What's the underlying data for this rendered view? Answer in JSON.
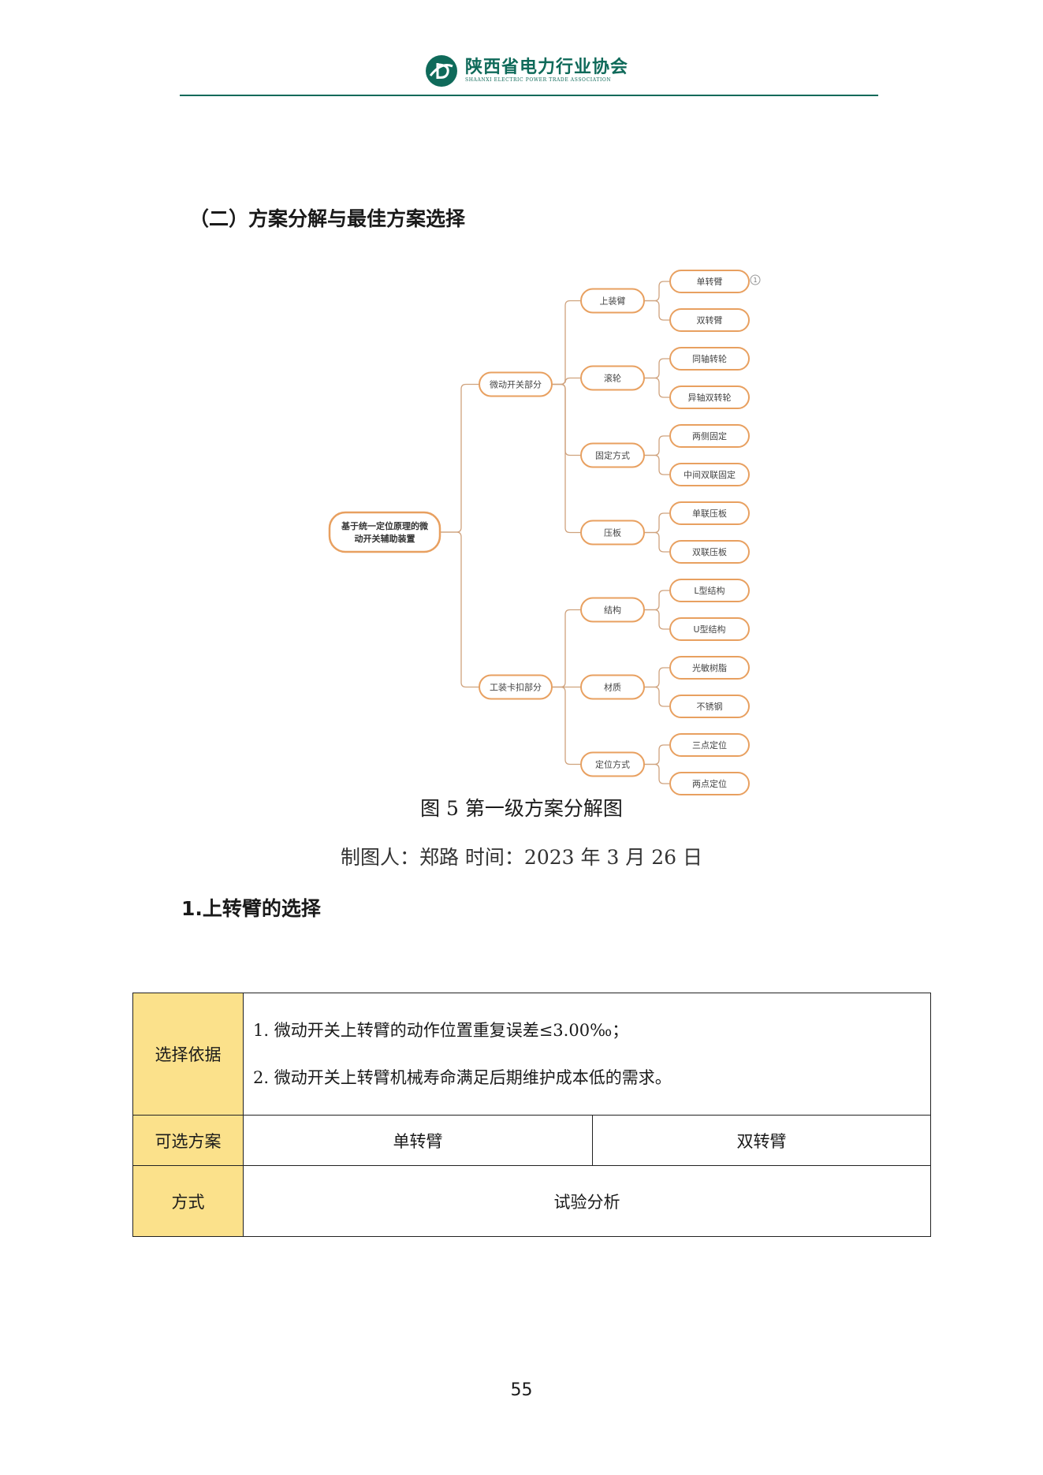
{
  "header": {
    "org_name_cn": "陕西省电力行业协会",
    "org_name_en": "SHAANXI ELECTRIC POWER TRADE ASSOCIATION",
    "brand_color": "#0f6a5a"
  },
  "section_title": "（二）方案分解与最佳方案选择",
  "mindmap": {
    "root": "基于统一定位原理的微动开关辅助装置",
    "root_lines": [
      "基于统一定位原理的微",
      "动开关辅助装置"
    ],
    "branches": [
      {
        "label": "微动开关部分",
        "children": [
          {
            "label": "上装臂",
            "leaves": [
              "单转臂",
              "双转臂"
            ]
          },
          {
            "label": "滚轮",
            "leaves": [
              "同轴转轮",
              "异轴双转轮"
            ]
          },
          {
            "label": "固定方式",
            "leaves": [
              "两侧固定",
              "中间双联固定"
            ]
          },
          {
            "label": "压板",
            "leaves": [
              "单联压板",
              "双联压板"
            ]
          }
        ]
      },
      {
        "label": "工装卡扣部分",
        "children": [
          {
            "label": "结构",
            "leaves": [
              "L型结构",
              "U型结构"
            ]
          },
          {
            "label": "材质",
            "leaves": [
              "光敏树脂",
              "不锈钢"
            ]
          },
          {
            "label": "定位方式",
            "leaves": [
              "三点定位",
              "两点定位"
            ]
          }
        ]
      }
    ],
    "marker": "1",
    "node_border_color": "#e8a060"
  },
  "figure": {
    "caption": "图 5 第一级方案分解图",
    "author_line": "制图人：郑路 时间：2023 年 3 月 26 日"
  },
  "subsection_title": "1.上转臂的选择",
  "table": {
    "basis_label": "选择依据",
    "basis_items": [
      "1. 微动开关上转臂的动作位置重复误差≤3.00‰；",
      "2. 微动开关上转臂机械寿命满足后期维护成本低的需求。"
    ],
    "options_label": "可选方案",
    "options": [
      "单转臂",
      "双转臂"
    ],
    "method_label": "方式",
    "method": "试验分析",
    "label_bg": "#fbe18b"
  },
  "page_number": "55"
}
